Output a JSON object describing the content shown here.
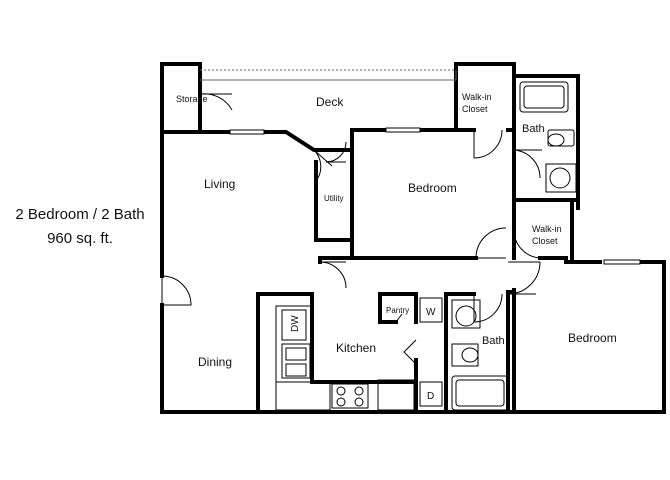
{
  "summary": {
    "unit_type": "2 Bedroom / 2 Bath",
    "area": "960 sq. ft."
  },
  "rooms": {
    "storage": "Storage",
    "deck": "Deck",
    "walkin_closet_1": [
      "Walk-in",
      "Closet"
    ],
    "bath_1": "Bath",
    "living": "Living",
    "utility": "Utility",
    "bedroom_1": "Bedroom",
    "walkin_closet_2": [
      "Walk-in",
      "Closet"
    ],
    "bedroom_2": "Bedroom",
    "pantry": "Pantry",
    "kitchen": "Kitchen",
    "bath_2": "Bath",
    "dining": "Dining"
  },
  "appliances": {
    "dishwasher": "DW",
    "washer": "W",
    "dryer": "D"
  }
}
